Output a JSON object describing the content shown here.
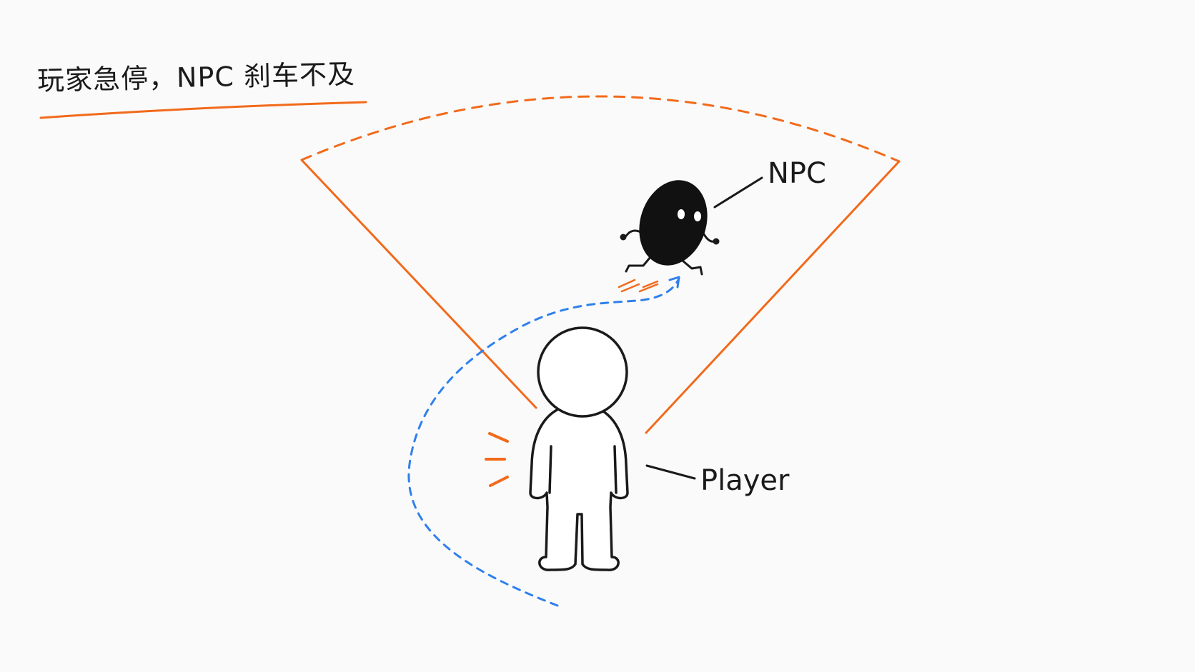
{
  "title": "玩家急停，NPC 刹车不及",
  "labels": {
    "npc": "NPC",
    "player": "Player"
  },
  "colors": {
    "orange": "#f26a1b",
    "blue": "#2f80ed",
    "ink": "#1a1a1a",
    "background": "#fafafa"
  }
}
